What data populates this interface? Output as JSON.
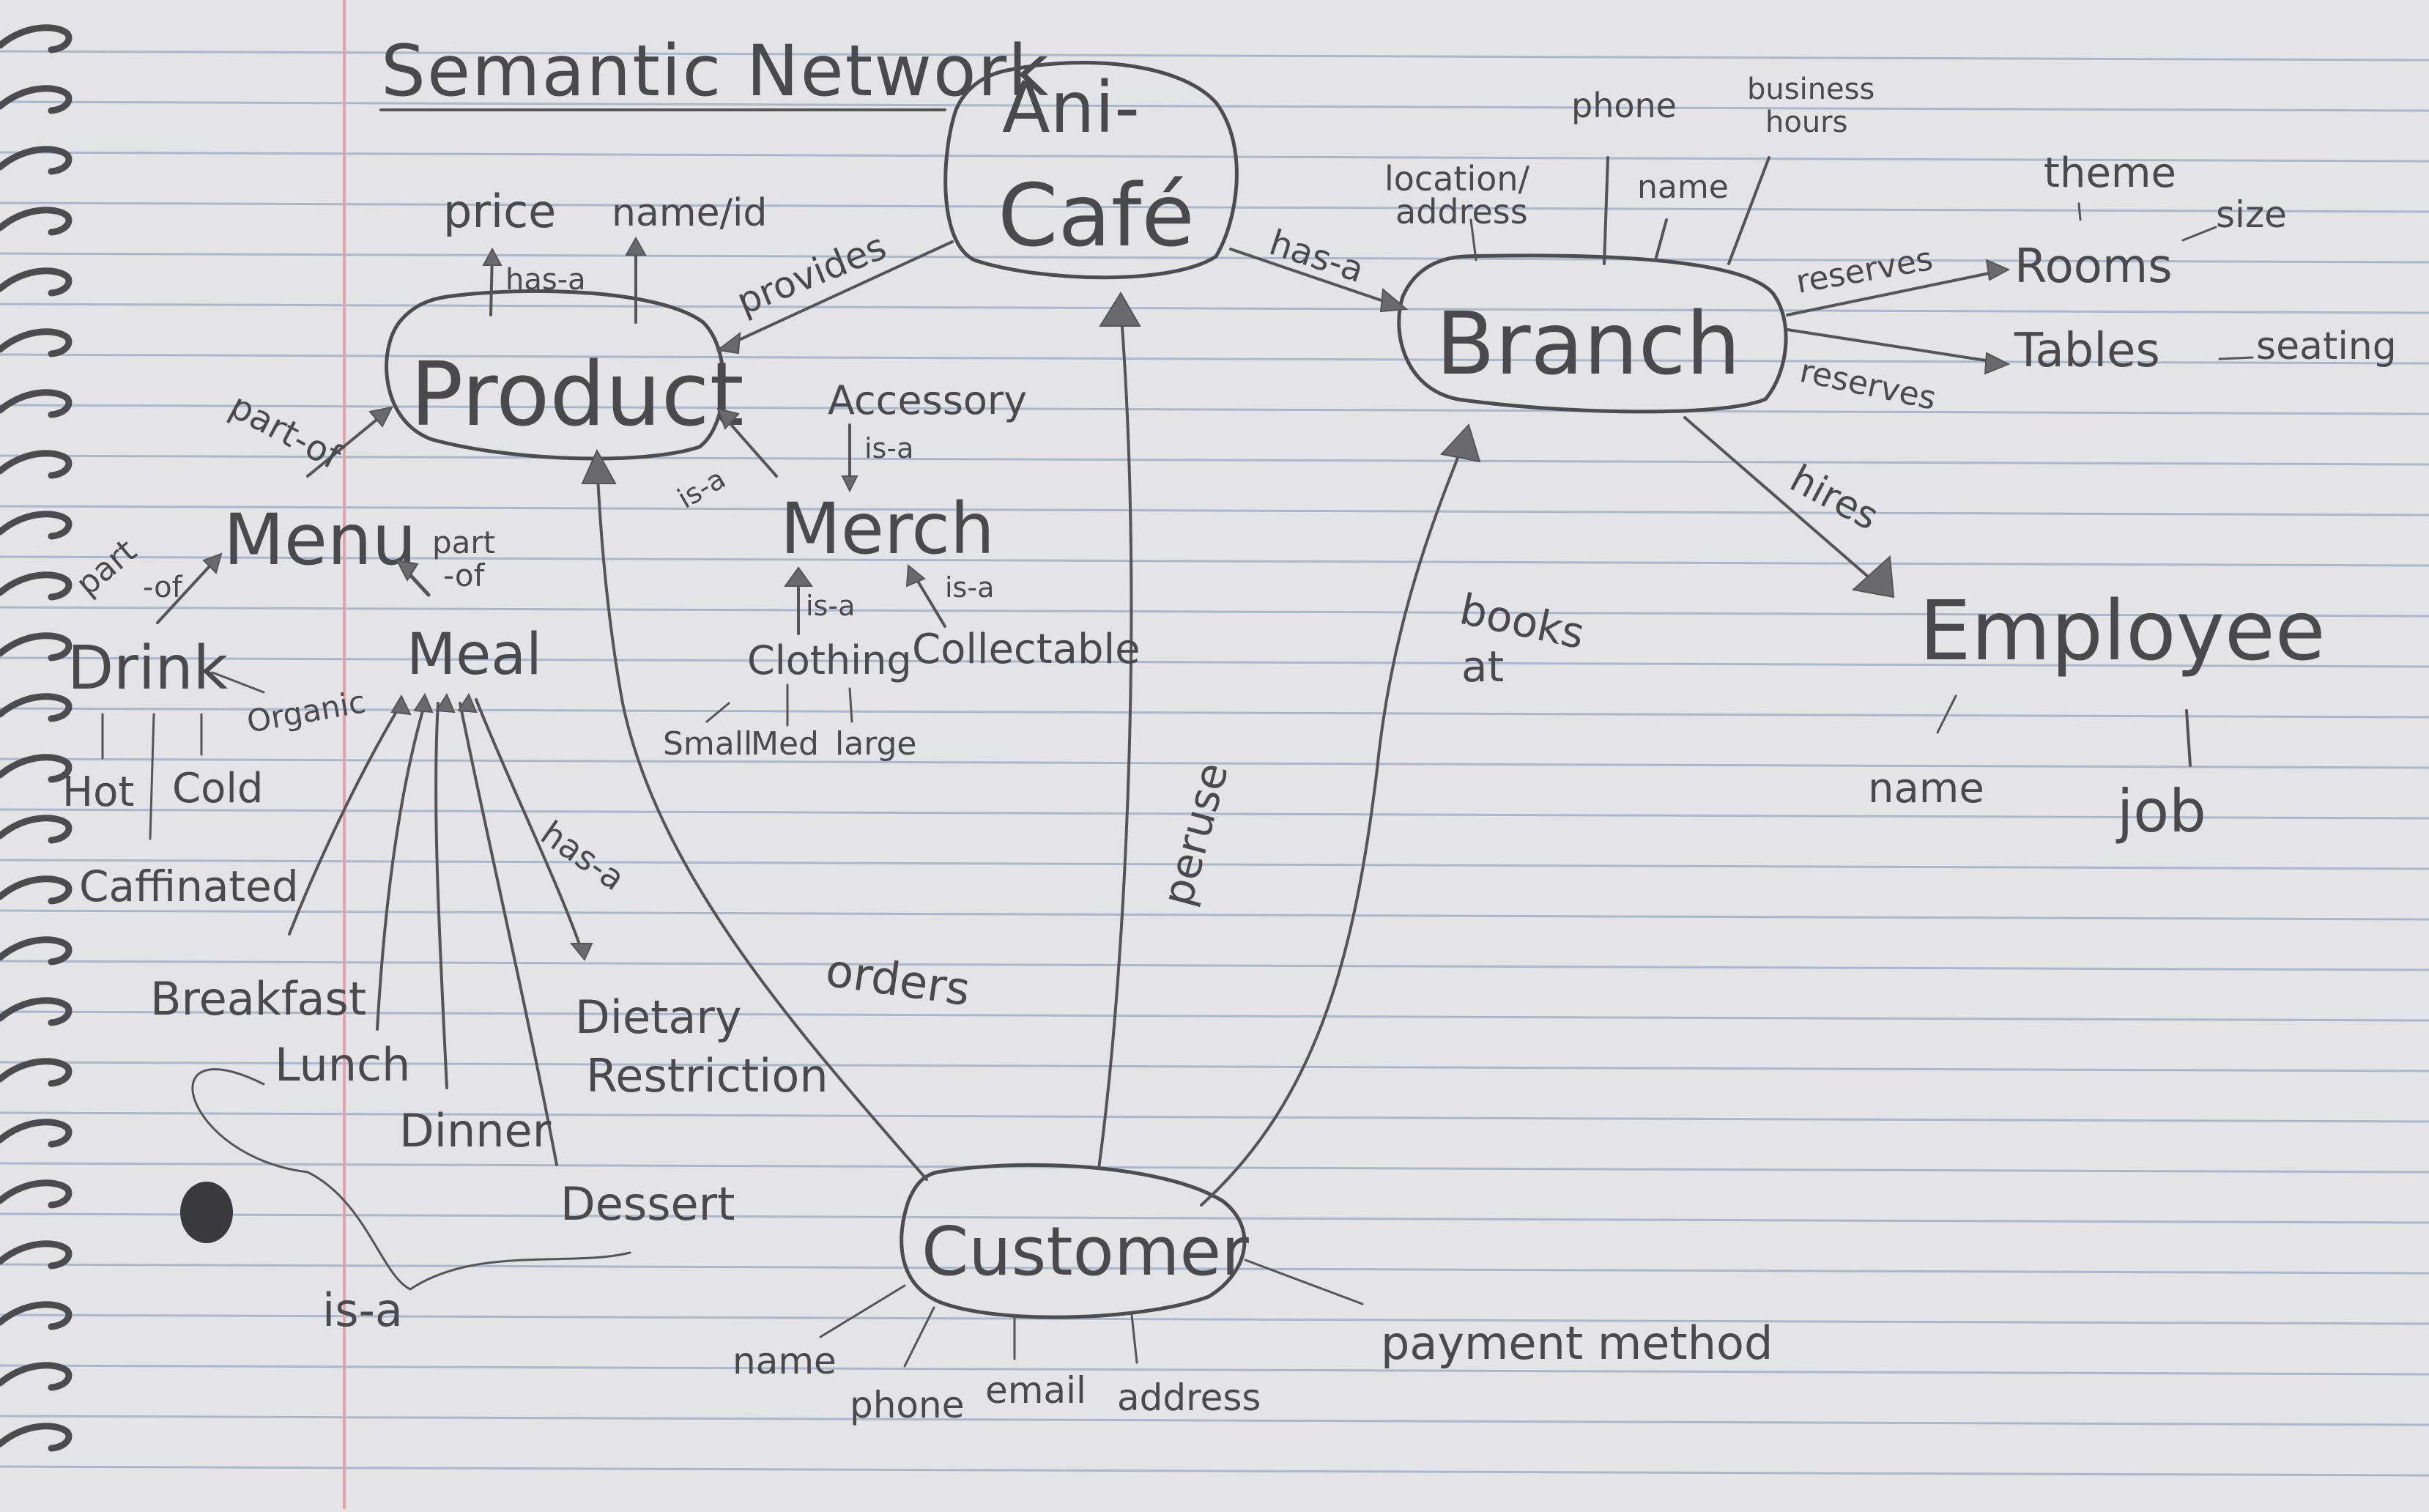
{
  "title": "Semantic Network",
  "nodes": {
    "ani_cafe": [
      "Ani-",
      "Café"
    ],
    "product": "Product",
    "branch": "Branch",
    "customer": "Customer",
    "menu": "Menu",
    "merch": "Merch",
    "meal": "Meal",
    "drink": "Drink",
    "employee": "Employee",
    "rooms": "Rooms",
    "tables": "Tables"
  },
  "attributes": {
    "product": [
      "price",
      "name/id"
    ],
    "branch": [
      "location/",
      "address",
      "phone",
      "name",
      "business",
      "hours"
    ],
    "rooms": [
      "theme",
      "size"
    ],
    "tables": "seating",
    "employee": [
      "name",
      "job"
    ],
    "customer": [
      "name",
      "phone",
      "email",
      "address",
      "payment method"
    ],
    "drink": [
      "Hot",
      "Cold",
      "Caffinated",
      "Organic"
    ],
    "merch_parents": [
      "Accessory",
      "Clothing",
      "Collectable"
    ],
    "clothing_sizes": [
      "Small",
      "Med",
      "large"
    ],
    "meal_types": [
      "Breakfast",
      "Lunch",
      "Dinner",
      "Dessert"
    ],
    "meal_has": "Dietary Restriction",
    "dietary_lines": [
      "Dietary",
      "Restriction"
    ]
  },
  "relations": {
    "provides": "provides",
    "has_a": "has-a",
    "has_a_product": "has-a",
    "has_a_meal": "has-a",
    "reserves_rooms": "reserves",
    "reserves_tables": "reserves",
    "hires": "hires",
    "books_at": [
      "books",
      "at"
    ],
    "peruse": "peruse",
    "orders": "orders",
    "part_of": "part-of",
    "part_of_drink": [
      "part",
      "-of"
    ],
    "part_of_meal": [
      "part",
      "-of"
    ],
    "is_a": "is-a",
    "is_a_meal_bracket": "is-a"
  },
  "colors": {
    "paper": "#e4e3e6",
    "ruled_line": "#a9b7cf",
    "margin_line": "#e3a3aa",
    "pencil": "#4a4a4e"
  }
}
